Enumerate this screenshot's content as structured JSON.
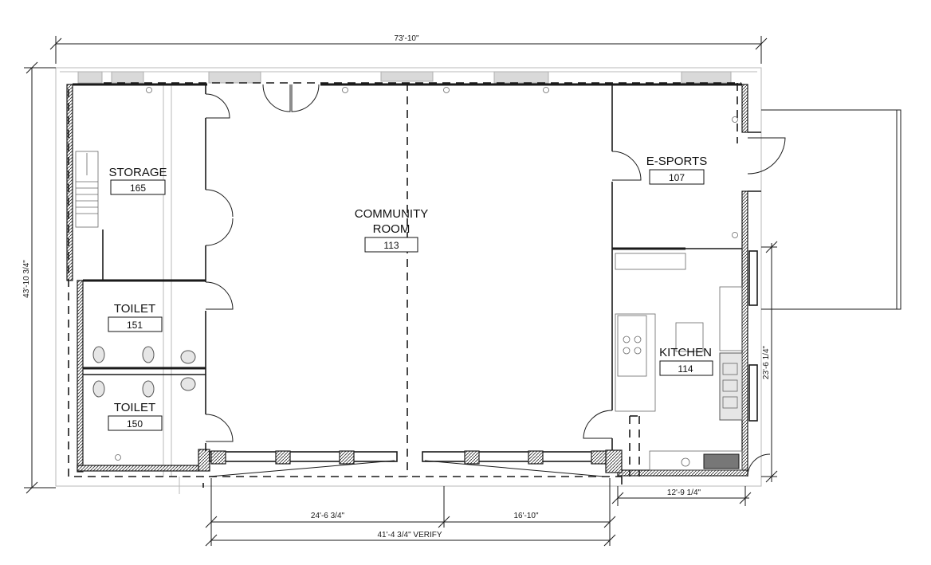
{
  "rooms": [
    {
      "name": "STORAGE",
      "number": "165"
    },
    {
      "name": "COMMUNITY",
      "name2": "ROOM",
      "number": "113"
    },
    {
      "name": "E-SPORTS",
      "number": "107"
    },
    {
      "name": "TOILET",
      "number": "151"
    },
    {
      "name": "TOILET",
      "number": "150"
    },
    {
      "name": "KITCHEN",
      "number": "114"
    }
  ],
  "dimensions": {
    "overall_width": "73'-10\"",
    "overall_depth": "43'-10 3/4\"",
    "kitchen_depth": "23'-6 1/4\"",
    "kitchen_width": "12'-9 1/4\"",
    "opening_left": "24'-6 3/4\"",
    "opening_right": "16'-10\"",
    "opening_total": "41'-4 3/4\" VERIFY"
  },
  "colors": {
    "line": "#1a1a1a",
    "ghost": "#b8b8b8"
  }
}
